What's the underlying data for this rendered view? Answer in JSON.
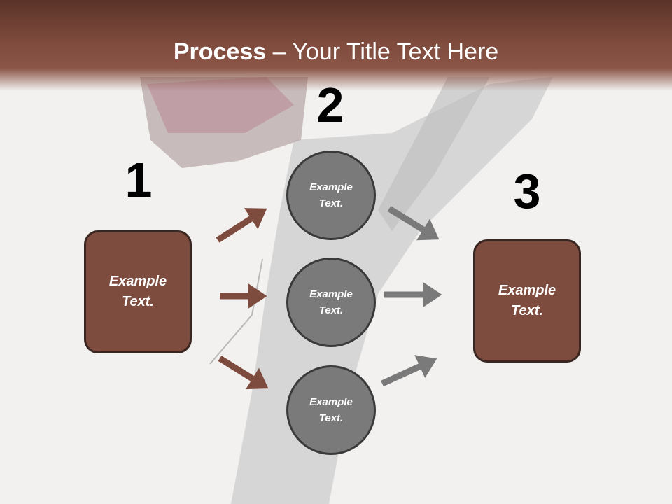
{
  "title": {
    "strong": "Process",
    "rest": " – Your Title Text Here"
  },
  "steps": [
    {
      "number": "1",
      "text": "Example Text."
    },
    {
      "number": "2"
    },
    {
      "number": "3",
      "text": "Example Text."
    }
  ],
  "circles": [
    {
      "text": "Example Text."
    },
    {
      "text": "Example Text."
    },
    {
      "text": "Example Text."
    }
  ],
  "colors": {
    "title_bar": "#7d4a3c",
    "box_fill": "#7e4c3e",
    "circle_fill": "#7a7a7a",
    "arrow_brown": "#7e4c3e",
    "arrow_gray": "#7a7a7a"
  }
}
